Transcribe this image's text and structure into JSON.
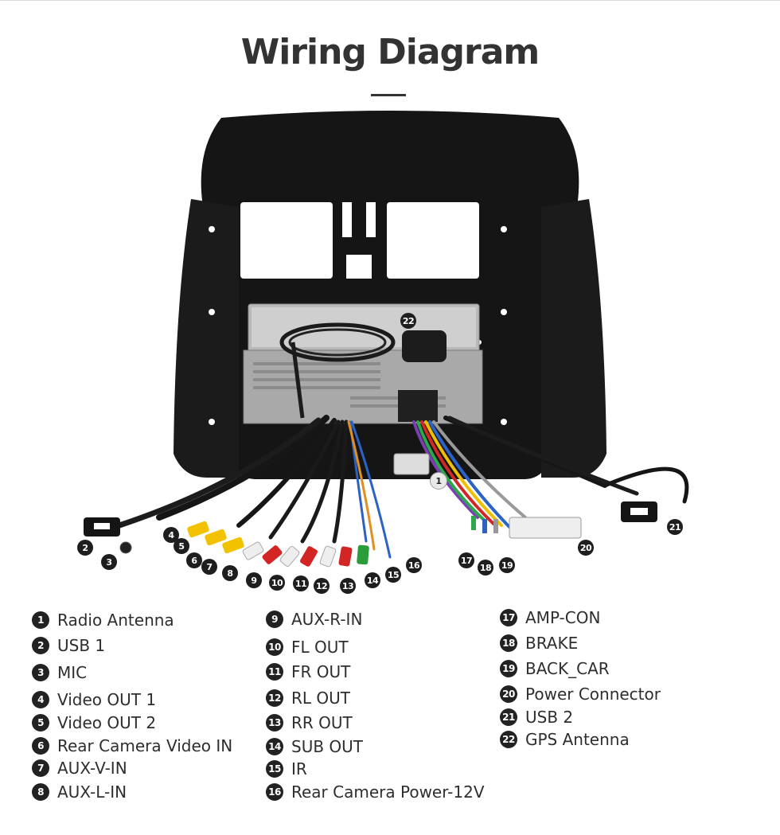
{
  "title": "Wiring Diagram",
  "legend": [
    {
      "num": "1",
      "label": "Radio Antenna"
    },
    {
      "num": "2",
      "label": "USB 1"
    },
    {
      "num": "3",
      "label": "MIC"
    },
    {
      "num": "4",
      "label": "Video OUT 1"
    },
    {
      "num": "5",
      "label": "Video OUT 2"
    },
    {
      "num": "6",
      "label": "Rear Camera Video IN"
    },
    {
      "num": "7",
      "label": "AUX-V-IN"
    },
    {
      "num": "8",
      "label": "AUX-L-IN"
    },
    {
      "num": "9",
      "label": "AUX-R-IN"
    },
    {
      "num": "10",
      "label": "FL OUT"
    },
    {
      "num": "11",
      "label": "FR OUT"
    },
    {
      "num": "12",
      "label": "RL OUT"
    },
    {
      "num": "13",
      "label": "RR OUT"
    },
    {
      "num": "14",
      "label": "SUB OUT"
    },
    {
      "num": "15",
      "label": "IR"
    },
    {
      "num": "16",
      "label": "Rear Camera Power-12V"
    },
    {
      "num": "17",
      "label": "AMP-CON"
    },
    {
      "num": "18",
      "label": "BRAKE"
    },
    {
      "num": "19",
      "label": "BACK_CAR"
    },
    {
      "num": "20",
      "label": "Power Connector"
    },
    {
      "num": "21",
      "label": "USB 2"
    },
    {
      "num": "22",
      "label": "GPS Antenna"
    }
  ],
  "colors": {
    "frame": "#141414",
    "head_unit": "#b9b9b9",
    "rca_yellow": "#f2c200",
    "rca_red": "#d42525",
    "rca_white": "#eeeeee",
    "rca_green": "#2a9d3a"
  }
}
